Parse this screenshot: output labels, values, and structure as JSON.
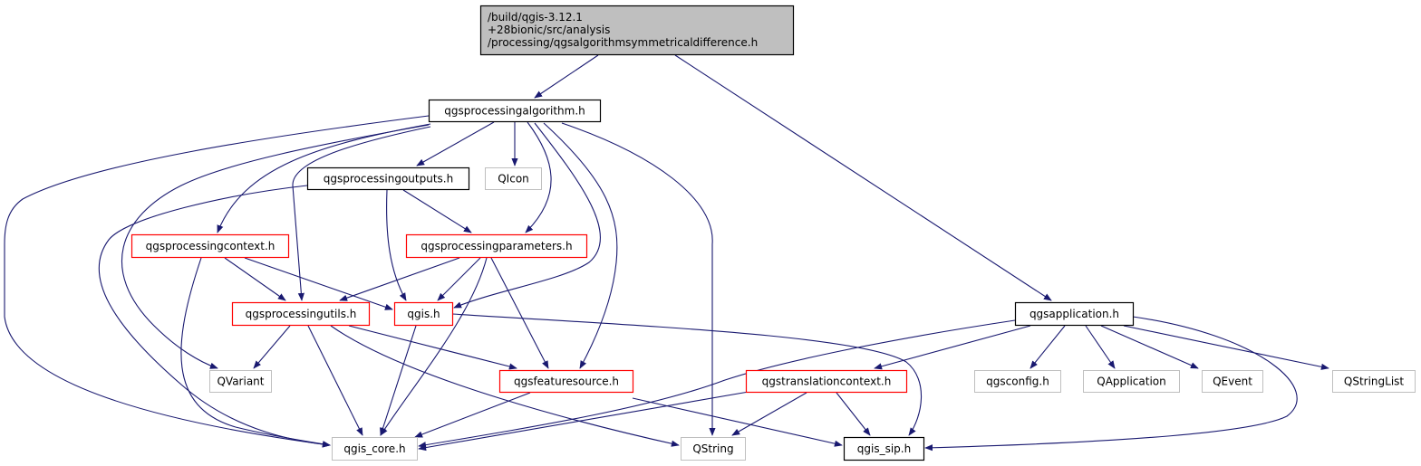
{
  "colors": {
    "edge": "#191970",
    "root_fill": "#bfbfbf",
    "documented_border": "#000000",
    "truncated_border": "#ff0000",
    "external_border": "#bfbfbf"
  },
  "nodes": [
    {
      "id": "root",
      "lines": [
        "/build/qgis-3.12.1",
        "+28bionic/src/analysis",
        "/processing/qgsalgorithmsymmetricaldifference.h"
      ],
      "kind": "root"
    },
    {
      "id": "algorithm",
      "label": "qgsprocessingalgorithm.h",
      "kind": "documented"
    },
    {
      "id": "outputs",
      "label": "qgsprocessingoutputs.h",
      "kind": "documented"
    },
    {
      "id": "qicon",
      "label": "QIcon",
      "kind": "external"
    },
    {
      "id": "context",
      "label": "qgsprocessingcontext.h",
      "kind": "truncated"
    },
    {
      "id": "parameters",
      "label": "qgsprocessingparameters.h",
      "kind": "truncated"
    },
    {
      "id": "utils",
      "label": "qgsprocessingutils.h",
      "kind": "truncated"
    },
    {
      "id": "qgis",
      "label": "qgis.h",
      "kind": "truncated"
    },
    {
      "id": "qvariant",
      "label": "QVariant",
      "kind": "external"
    },
    {
      "id": "featuresource",
      "label": "qgsfeaturesource.h",
      "kind": "truncated"
    },
    {
      "id": "qgis_core",
      "label": "qgis_core.h",
      "kind": "external"
    },
    {
      "id": "qstring",
      "label": "QString",
      "kind": "external"
    },
    {
      "id": "qgis_sip",
      "label": "qgis_sip.h",
      "kind": "documented"
    },
    {
      "id": "application",
      "label": "qgsapplication.h",
      "kind": "documented"
    },
    {
      "id": "translation",
      "label": "qgstranslationcontext.h",
      "kind": "truncated"
    },
    {
      "id": "qgsconfig",
      "label": "qgsconfig.h",
      "kind": "external"
    },
    {
      "id": "qapplication",
      "label": "QApplication",
      "kind": "external"
    },
    {
      "id": "qevent",
      "label": "QEvent",
      "kind": "external"
    },
    {
      "id": "qstringlist",
      "label": "QStringList",
      "kind": "external"
    }
  ],
  "edges": [
    [
      "root",
      "algorithm"
    ],
    [
      "root",
      "application"
    ],
    [
      "algorithm",
      "outputs"
    ],
    [
      "algorithm",
      "qicon"
    ],
    [
      "algorithm",
      "parameters"
    ],
    [
      "algorithm",
      "context"
    ],
    [
      "algorithm",
      "utils"
    ],
    [
      "algorithm",
      "qvariant"
    ],
    [
      "algorithm",
      "qgis_core"
    ],
    [
      "algorithm",
      "qgis"
    ],
    [
      "algorithm",
      "featuresource"
    ],
    [
      "algorithm",
      "qstring"
    ],
    [
      "outputs",
      "qgis_core"
    ],
    [
      "outputs",
      "qgis"
    ],
    [
      "outputs",
      "parameters"
    ],
    [
      "context",
      "utils"
    ],
    [
      "context",
      "qgis"
    ],
    [
      "context",
      "qgis_core"
    ],
    [
      "parameters",
      "utils"
    ],
    [
      "parameters",
      "qgis"
    ],
    [
      "parameters",
      "qgis_core"
    ],
    [
      "parameters",
      "featuresource"
    ],
    [
      "utils",
      "qvariant"
    ],
    [
      "utils",
      "qgis_core"
    ],
    [
      "utils",
      "qstring"
    ],
    [
      "utils",
      "featuresource"
    ],
    [
      "qgis",
      "qgis_core"
    ],
    [
      "qgis",
      "qgis_sip"
    ],
    [
      "featuresource",
      "qgis_core"
    ],
    [
      "featuresource",
      "qgis_sip"
    ],
    [
      "application",
      "qgis_core"
    ],
    [
      "application",
      "translation"
    ],
    [
      "application",
      "qgsconfig"
    ],
    [
      "application",
      "qapplication"
    ],
    [
      "application",
      "qevent"
    ],
    [
      "application",
      "qstringlist"
    ],
    [
      "application",
      "qgis_sip"
    ],
    [
      "translation",
      "qgis_core"
    ],
    [
      "translation",
      "qstring"
    ],
    [
      "translation",
      "qgis_sip"
    ]
  ]
}
